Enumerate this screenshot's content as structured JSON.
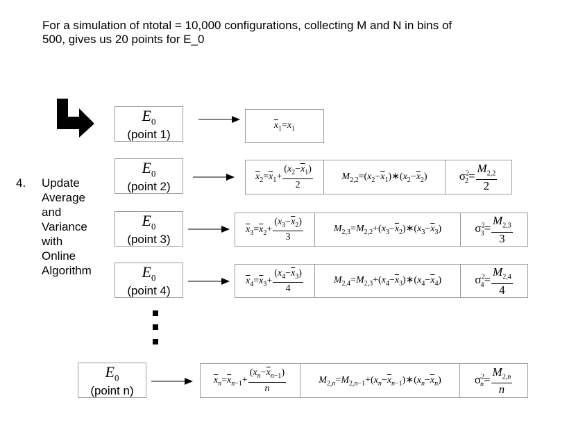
{
  "intro": {
    "line1": "For a simulation of ntotal = 10,000 configurations, collecting M and N in bins of",
    "line2": "500, gives us 20 points for E_0"
  },
  "step": {
    "number": "4.",
    "lines": [
      "Update",
      "Average",
      "and",
      "Variance",
      "with",
      "Online",
      "Algorithm"
    ]
  },
  "points": [
    {
      "symbol": "E",
      "subscript": "0",
      "label": "(point 1)"
    },
    {
      "symbol": "E",
      "subscript": "0",
      "label": "(point 2)"
    },
    {
      "symbol": "E",
      "subscript": "0",
      "label": "(point 3)"
    },
    {
      "symbol": "E",
      "subscript": "0",
      "label": "(point 4)"
    },
    {
      "symbol": "E",
      "subscript": "0",
      "label": "(point n)"
    }
  ],
  "colors": {
    "border": "#9a9a9a",
    "ink": "#000000",
    "background": "#ffffff"
  },
  "icons": {
    "big_arrow": "down-right-bent-arrow",
    "connector": "right-arrow",
    "ellipsis": "vertical-dots"
  }
}
